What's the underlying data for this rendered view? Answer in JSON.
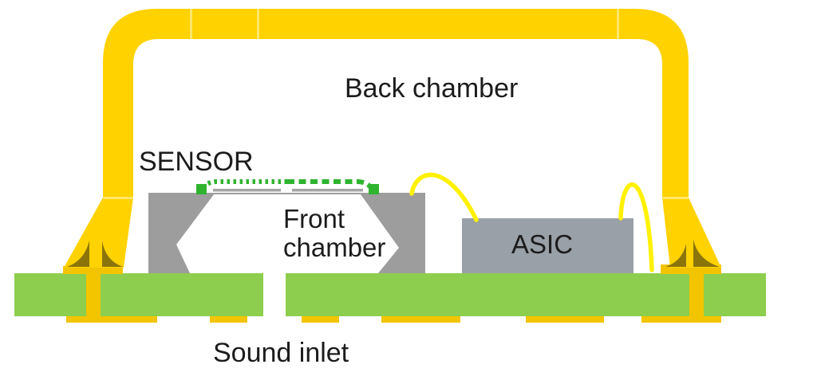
{
  "labels": {
    "back_chamber": "Back chamber",
    "sensor": "SENSOR",
    "front_chamber_line1": "Front",
    "front_chamber_line2": "chamber",
    "asic": "ASIC",
    "sound_inlet": "Sound inlet"
  },
  "colors": {
    "lid": "#FFD200",
    "wire": "#FFF100",
    "pad": "#F3C500",
    "fillet": "#8B750B",
    "pcb": "#8DCE4E",
    "sensor": "#9D9D9D",
    "asic": "#9AA0A7",
    "membrane": "#2FB42F",
    "backplate": "#A5A5A5",
    "seam": "#FFEC8F",
    "text": "#1C1C1C",
    "bg": "#FFFFFF"
  }
}
